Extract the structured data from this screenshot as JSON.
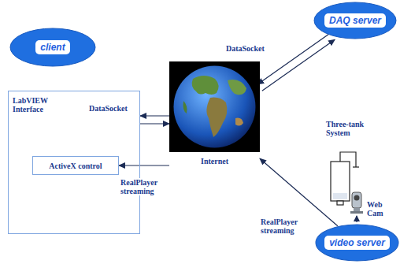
{
  "diagram": {
    "nodes": [
      {
        "text": [
          "client"
        ]
      },
      {
        "text": [
          "LabVIEW Interface"
        ]
      },
      {
        "text": [
          "ActiveX control"
        ],
        "in": 1
      },
      {
        "text": [
          "Internet"
        ]
      },
      {
        "text": [
          "DAQ server"
        ]
      },
      {
        "text": [
          "video server"
        ]
      }
    ],
    "edges": [
      {
        "from": 1,
        "to": 3,
        "arrow": "both",
        "label": "DataSocket"
      },
      {
        "from": 3,
        "to": 4,
        "arrow": "both",
        "label": "DataSocket"
      },
      {
        "from": 3,
        "to": 2,
        "arrow": "to",
        "label": "RealPlayer streaming"
      },
      {
        "from": 5,
        "to": 3,
        "arrow": "to",
        "label": "RealPlayer streaming"
      }
    ],
    "labels": [
      "Three-tank System",
      "Web Cam"
    ]
  }
}
